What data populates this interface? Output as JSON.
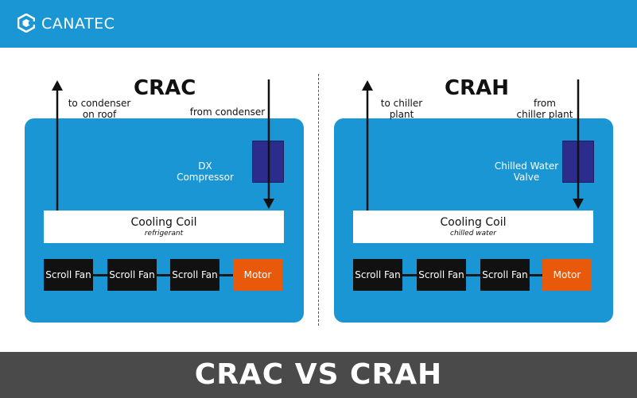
{
  "header": {
    "brand": "CANATEC",
    "logo_icon": "canatec-hexagon-logo-icon"
  },
  "crac": {
    "title": "CRAC",
    "left_pipe_label": [
      "to condenser",
      "on roof"
    ],
    "right_pipe_label": [
      "from condenser"
    ],
    "device_label": [
      "DX",
      "Compressor"
    ],
    "coil_title": "Cooling Coil",
    "coil_sub": "refrigerant",
    "fans": [
      "Scroll Fan",
      "Scroll Fan",
      "Scroll Fan"
    ],
    "motor": "Motor"
  },
  "crah": {
    "title": "CRAH",
    "left_pipe_label": [
      "to chiller",
      "plant"
    ],
    "right_pipe_label": [
      "from",
      "chiller plant"
    ],
    "device_label": [
      "Chilled Water",
      "Valve"
    ],
    "coil_title": "Cooling Coil",
    "coil_sub": "chilled water",
    "fans": [
      "Scroll Fan",
      "Scroll Fan",
      "Scroll Fan"
    ],
    "motor": "Motor"
  },
  "footer": {
    "title": "CRAC VS CRAH"
  },
  "colors": {
    "brand_blue": "#1a96d4",
    "device_navy": "#2c2c8c",
    "motor_orange": "#e8590c",
    "fan_black": "#111111",
    "footer_gray": "#4a4a4a"
  }
}
